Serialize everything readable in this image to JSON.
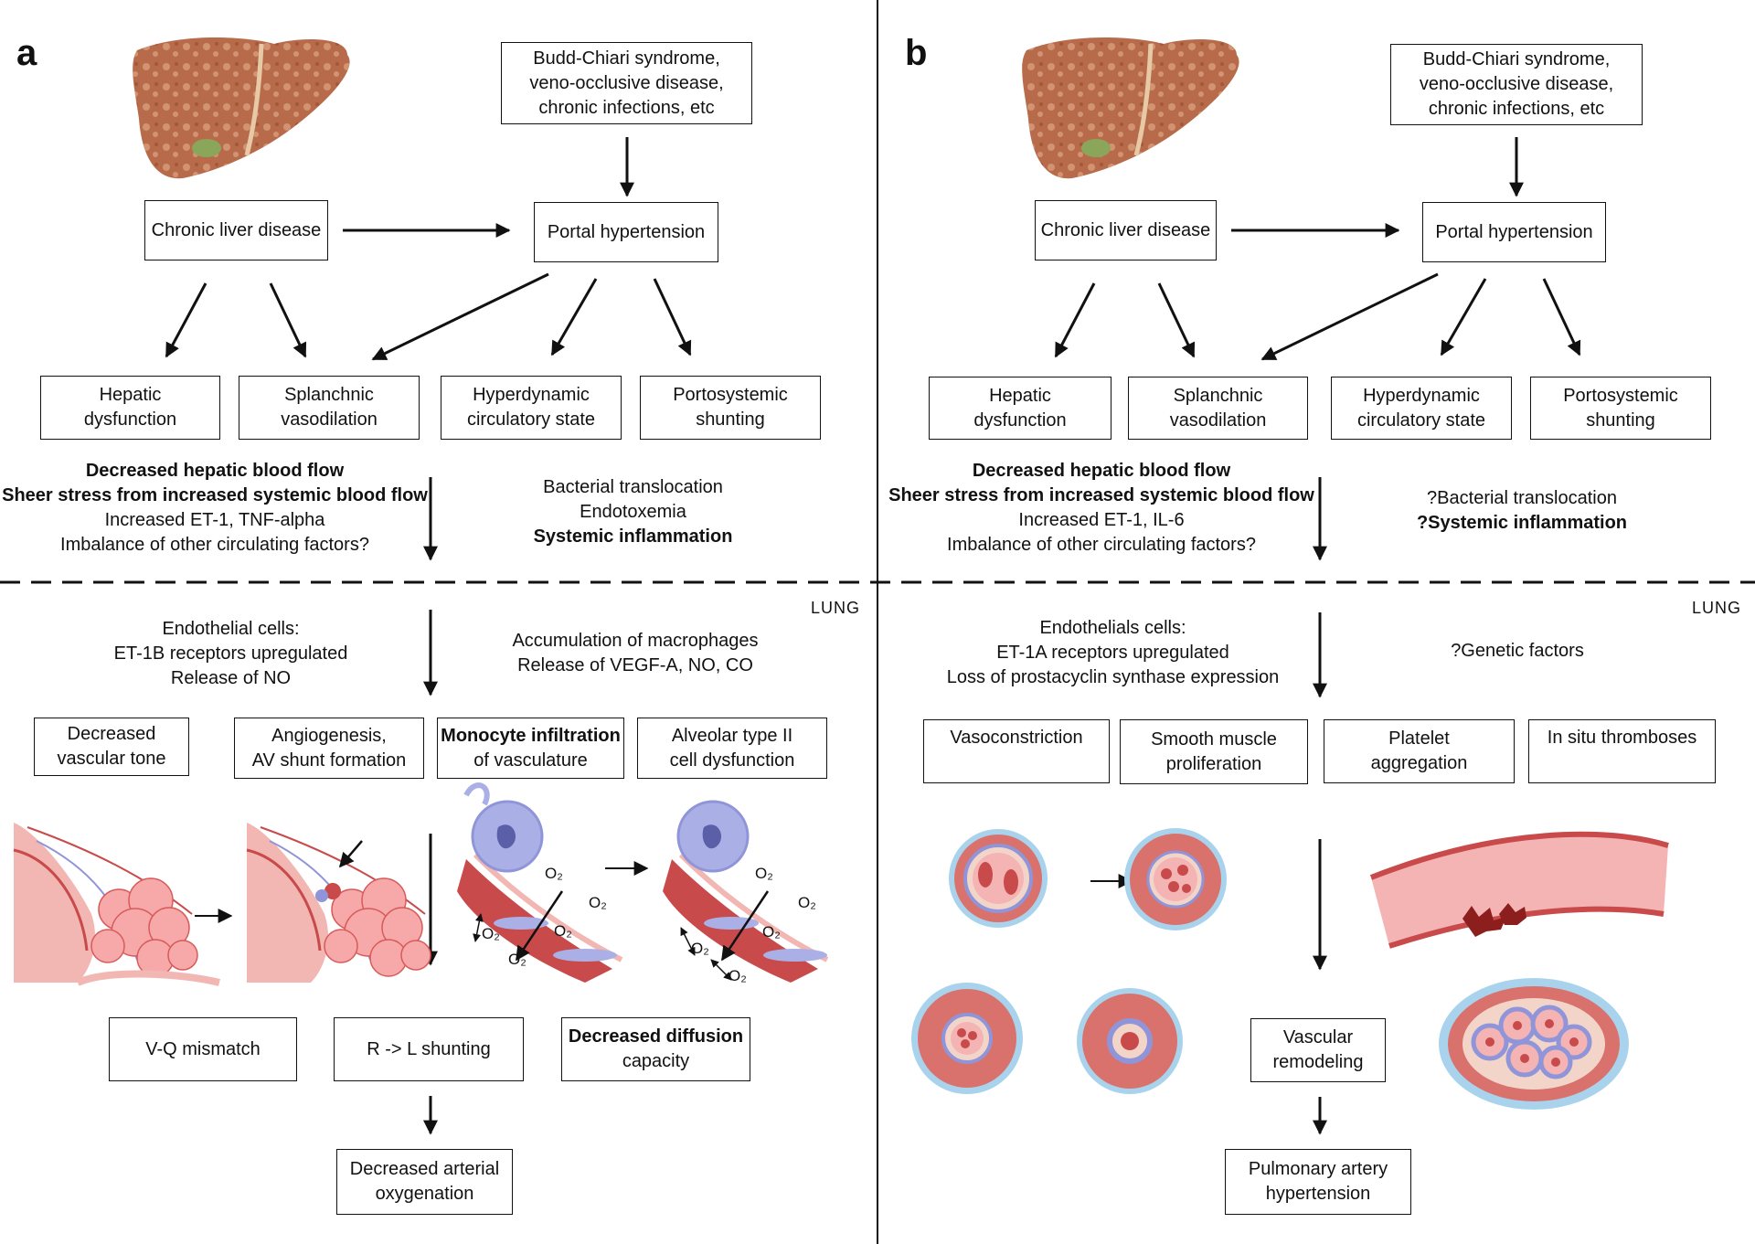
{
  "colors": {
    "liver": "#b86b4a",
    "liver_dark": "#8f4a30",
    "gallbladder": "#8aa65a",
    "vessel": "#c84a4a",
    "vessel_light": "#f2b7b2",
    "cell": "#8f95d8",
    "wall_blue": "#a9d3ec",
    "clot": "#8c1e1e"
  },
  "panel_a": {
    "label": "a",
    "lung_label": "LUNG",
    "causes": [
      "Budd-Chiari syndrome,",
      "veno-occlusive disease,",
      "chronic infections, etc"
    ],
    "chronic_liver_disease": "Chronic liver disease",
    "portal_hypertension": "Portal hypertension",
    "level2": [
      [
        "Hepatic",
        "dysfunction"
      ],
      [
        "Splanchnic",
        "vasodilation"
      ],
      [
        "Hyperdynamic",
        "circulatory state"
      ],
      [
        "Portosystemic",
        "shunting"
      ]
    ],
    "mediators_left": [
      "Decreased hepatic blood flow",
      "Sheer stress from increased systemic blood flow",
      "Increased ET-1, TNF-alpha",
      "Imbalance of other circulating factors?"
    ],
    "mediators_right": [
      "Bacterial translocation",
      "Endotoxemia",
      "Systemic inflammation"
    ],
    "lung_left": [
      "Endothelial cells:",
      "ET-1B receptors upregulated",
      "Release of NO"
    ],
    "lung_right": [
      "Accumulation of macrophages",
      "Release of VEGF-A, NO, CO"
    ],
    "effects": [
      [
        "Decreased",
        "vascular tone"
      ],
      [
        "Angiogenesis,",
        "AV shunt formation"
      ],
      [
        "Monocyte infiltration",
        "of vasculature"
      ],
      [
        "Alveolar type II",
        "cell dysfunction"
      ]
    ],
    "o2": "O₂",
    "outcomes": [
      [
        "V-Q mismatch"
      ],
      [
        "R -> L shunting"
      ],
      [
        "Decreased diffusion",
        "capacity"
      ]
    ],
    "final": [
      "Decreased arterial",
      "oxygenation"
    ]
  },
  "panel_b": {
    "label": "b",
    "lung_label": "LUNG",
    "causes": [
      "Budd-Chiari syndrome,",
      "veno-occlusive disease,",
      "chronic infections, etc"
    ],
    "chronic_liver_disease": "Chronic liver disease",
    "portal_hypertension": "Portal hypertension",
    "level2": [
      [
        "Hepatic",
        "dysfunction"
      ],
      [
        "Splanchnic",
        "vasodilation"
      ],
      [
        "Hyperdynamic",
        "circulatory state"
      ],
      [
        "Portosystemic",
        "shunting"
      ]
    ],
    "mediators_left": [
      "Decreased hepatic blood flow",
      "Sheer stress from increased systemic blood flow",
      "Increased ET-1, IL-6",
      "Imbalance of other circulating factors?"
    ],
    "mediators_right": [
      "?Bacterial translocation",
      "?Systemic inflammation"
    ],
    "lung_left": [
      "Endothelials cells:",
      "ET-1A receptors upregulated",
      "Loss of prostacyclin synthase expression"
    ],
    "lung_right": [
      "?Genetic factors"
    ],
    "effects": [
      [
        "Vasoconstriction"
      ],
      [
        "Smooth muscle",
        "proliferation"
      ],
      [
        "Platelet",
        "aggregation"
      ],
      [
        "In situ thromboses"
      ]
    ],
    "remodeling": [
      "Vascular",
      "remodeling"
    ],
    "final": [
      "Pulmonary artery",
      "hypertension"
    ]
  }
}
